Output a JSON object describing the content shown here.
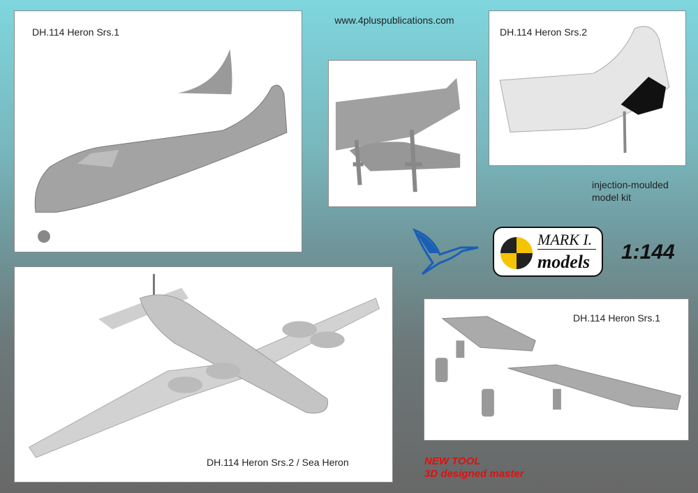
{
  "website": "www.4pluspublications.com",
  "panels": {
    "p1": "DH.114 Heron Srs.1",
    "p3": "DH.114 Heron Srs.2",
    "p4": "DH.114 Heron Srs.2 / Sea Heron",
    "p5": "DH.114 Heron Srs.1"
  },
  "kit_type": [
    "injection-moulded",
    "model kit"
  ],
  "logo": {
    "line1": "MARK I.",
    "line2": "models"
  },
  "scale": "1:144",
  "promo": [
    "NEW TOOL",
    "3D designed master"
  ],
  "colors": {
    "accent_red": "#e01010",
    "heron_blue": "#1a5fb4",
    "logo_yellow": "#f5c400"
  }
}
